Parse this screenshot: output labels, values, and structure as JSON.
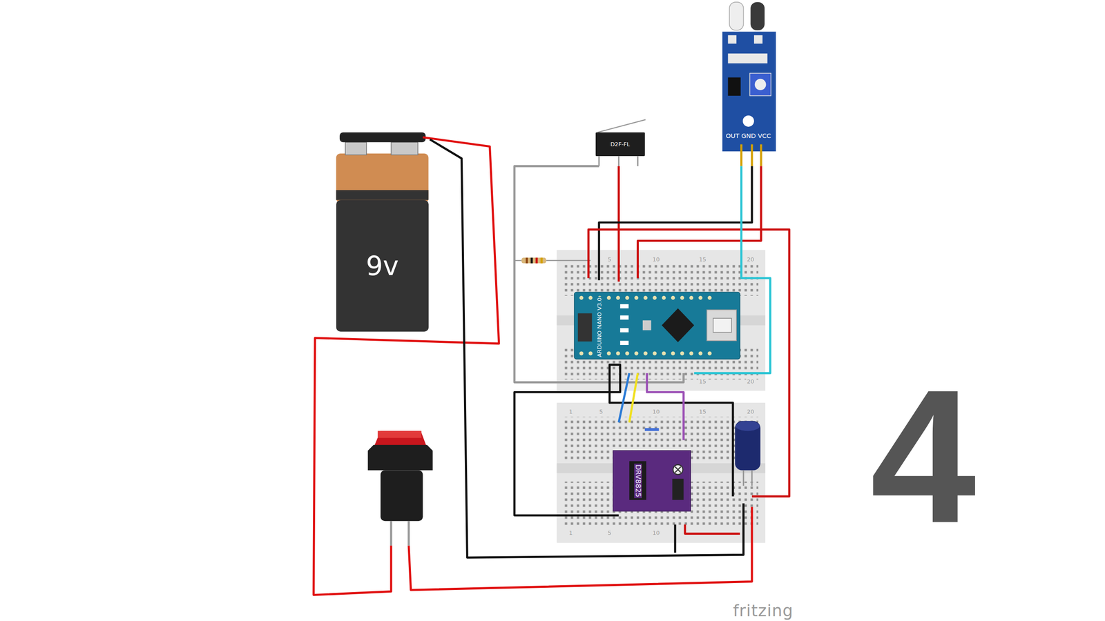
{
  "diagram": {
    "nodes": [
      {
        "text": [
          "9v"
        ]
      },
      {
        "text": [
          "D2F-FL"
        ]
      }
    ],
    "labels": [
      "OUT GND VCC",
      "ARDUINO NANO V3.0",
      "DRV8825",
      "5",
      "10",
      "15",
      "20",
      "15",
      "20",
      "1",
      "5",
      "10",
      "15",
      "20",
      "1",
      "5",
      "10",
      "4",
      "fritzing"
    ]
  }
}
